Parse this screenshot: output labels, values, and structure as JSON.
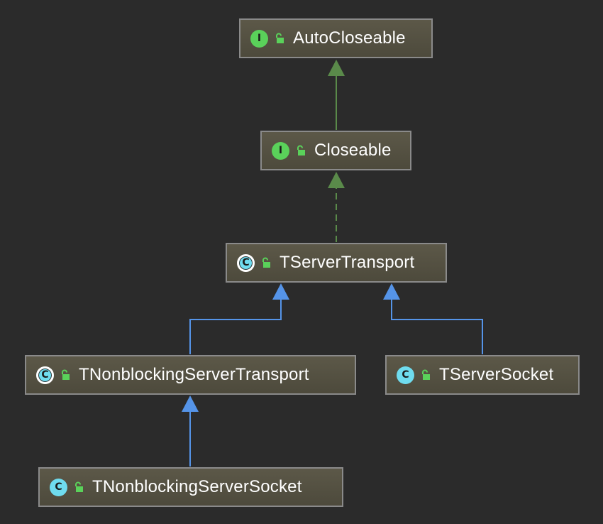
{
  "diagram": {
    "nodes": [
      {
        "id": "autocloseable",
        "name": "AutoCloseable",
        "kind": "interface",
        "kind_letter": "I"
      },
      {
        "id": "closeable",
        "name": "Closeable",
        "kind": "interface",
        "kind_letter": "I"
      },
      {
        "id": "tservertransport",
        "name": "TServerTransport",
        "kind": "abstract-class",
        "kind_letter": "C"
      },
      {
        "id": "tnonblockingservertransport",
        "name": "TNonblockingServerTransport",
        "kind": "abstract-class",
        "kind_letter": "C"
      },
      {
        "id": "tserversocket",
        "name": "TServerSocket",
        "kind": "class",
        "kind_letter": "C"
      },
      {
        "id": "tnonblockingserversocket",
        "name": "TNonblockingServerSocket",
        "kind": "class",
        "kind_letter": "C"
      }
    ],
    "edges": [
      {
        "from": "closeable",
        "to": "autocloseable",
        "relation": "extends",
        "style": "solid",
        "color": "#5a8a4a"
      },
      {
        "from": "tservertransport",
        "to": "closeable",
        "relation": "implements",
        "style": "dashed",
        "color": "#5a8a4a"
      },
      {
        "from": "tnonblockingservertransport",
        "to": "tservertransport",
        "relation": "extends",
        "style": "solid",
        "color": "#5594e8"
      },
      {
        "from": "tserversocket",
        "to": "tservertransport",
        "relation": "extends",
        "style": "solid",
        "color": "#5594e8"
      },
      {
        "from": "tnonblockingserversocket",
        "to": "tnonblockingservertransport",
        "relation": "extends",
        "style": "solid",
        "color": "#5594e8"
      }
    ]
  },
  "colors": {
    "background": "#2b2b2b",
    "node_fill": "#56533f",
    "node_border": "#8a8a8a",
    "interface_badge": "#5ad15a",
    "class_badge": "#6fdcef",
    "lock": "#5ad15a",
    "inheritance_edge": "#5594e8",
    "interface_edge": "#5a8a4a"
  },
  "icons": {
    "interface": "interface-icon",
    "class": "class-icon",
    "abstract_class": "abstract-class-icon",
    "visibility": "unlocked-padlock-icon"
  }
}
